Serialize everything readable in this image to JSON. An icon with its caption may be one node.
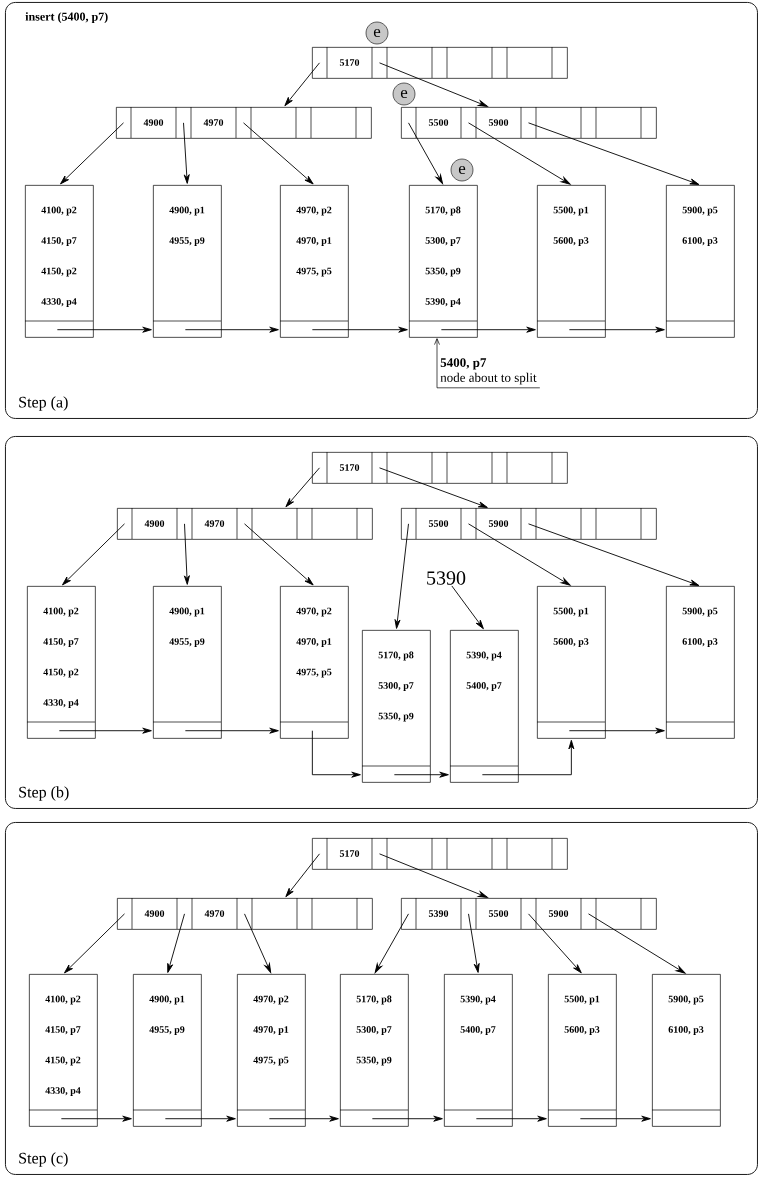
{
  "diagram": {
    "nodes": [
      {
        "text": [
          "insert (5400, p7)",
          "Step (a)"
        ]
      },
      {
        "text": [
          "e"
        ],
        "in": 0
      },
      {
        "text": [
          "5170"
        ],
        "in": 0
      },
      {
        "text": [
          "e"
        ],
        "in": 0
      },
      {
        "text": [
          "4900",
          "4970"
        ],
        "in": 0
      },
      {
        "text": [
          "5500",
          "5900"
        ],
        "in": 0
      },
      {
        "text": [
          "e"
        ],
        "in": 0
      },
      {
        "text": [
          "4100, p2",
          "4150, p7",
          "4150, p2",
          "4330, p4"
        ],
        "in": 0
      },
      {
        "text": [
          "4900, p1",
          "4955, p9"
        ],
        "in": 0
      },
      {
        "text": [
          "4970, p2",
          "4970, p1",
          "4975, p5"
        ],
        "in": 0
      },
      {
        "text": [
          "5170, p8",
          "5300, p7",
          "5350, p9",
          "5390, p4"
        ],
        "in": 0
      },
      {
        "text": [
          "5500, p1",
          "5600, p3"
        ],
        "in": 0
      },
      {
        "text": [
          "5900, p5",
          "6100, p3"
        ],
        "in": 0
      },
      {
        "text": [
          "5400, p7",
          "node about to split"
        ],
        "in": 0
      },
      {
        "text": [
          "Step (b)"
        ]
      },
      {
        "text": [
          "5170"
        ],
        "in": 14
      },
      {
        "text": [
          "4900",
          "4970"
        ],
        "in": 14
      },
      {
        "text": [
          "5500",
          "5900"
        ],
        "in": 14
      },
      {
        "text": [
          "5390"
        ],
        "in": 14
      },
      {
        "text": [
          "4100, p2",
          "4150, p7",
          "4150, p2",
          "4330, p4"
        ],
        "in": 14
      },
      {
        "text": [
          "4900, p1",
          "4955, p9"
        ],
        "in": 14
      },
      {
        "text": [
          "4970, p2",
          "4970, p1",
          "4975, p5"
        ],
        "in": 14
      },
      {
        "text": [
          "5170, p8",
          "5300, p7",
          "5350, p9"
        ],
        "in": 14
      },
      {
        "text": [
          "5390, p4",
          "5400, p7"
        ],
        "in": 14
      },
      {
        "text": [
          "5500, p1",
          "5600, p3"
        ],
        "in": 14
      },
      {
        "text": [
          "5900, p5",
          "6100, p3"
        ],
        "in": 14
      },
      {
        "text": [
          "Step (c)"
        ]
      },
      {
        "text": [
          "5170"
        ],
        "in": 26
      },
      {
        "text": [
          "4900",
          "4970"
        ],
        "in": 26
      },
      {
        "text": [
          "5390",
          "5500",
          "5900"
        ],
        "in": 26
      },
      {
        "text": [
          "4100, p2",
          "4150, p7",
          "4150, p2",
          "4330, p4"
        ],
        "in": 26
      },
      {
        "text": [
          "4900, p1",
          "4955, p9"
        ],
        "in": 26
      },
      {
        "text": [
          "4970, p2",
          "4970, p1",
          "4975, p5"
        ],
        "in": 26
      },
      {
        "text": [
          "5170, p8",
          "5300, p7",
          "5350, p9"
        ],
        "in": 26
      },
      {
        "text": [
          "5390, p4",
          "5400, p7"
        ],
        "in": 26
      },
      {
        "text": [
          "5500, p1",
          "5600, p3"
        ],
        "in": 26
      },
      {
        "text": [
          "5900, p5",
          "6100, p3"
        ],
        "in": 26
      }
    ],
    "edges": [
      {
        "from": 2,
        "to": 4,
        "arrow": "to"
      },
      {
        "from": 2,
        "to": 5,
        "arrow": "to"
      },
      {
        "from": 4,
        "to": 7,
        "arrow": "to"
      },
      {
        "from": 4,
        "to": 8,
        "arrow": "to"
      },
      {
        "from": 4,
        "to": 9,
        "arrow": "to"
      },
      {
        "from": 5,
        "to": 10,
        "arrow": "to"
      },
      {
        "from": 5,
        "to": 11,
        "arrow": "to"
      },
      {
        "from": 5,
        "to": 12,
        "arrow": "to"
      },
      {
        "from": 7,
        "to": 8,
        "arrow": "to"
      },
      {
        "from": 8,
        "to": 9,
        "arrow": "to"
      },
      {
        "from": 9,
        "to": 10,
        "arrow": "to"
      },
      {
        "from": 10,
        "to": 11,
        "arrow": "to"
      },
      {
        "from": 11,
        "to": 12,
        "arrow": "to"
      },
      {
        "from": 13,
        "to": 10,
        "arrow": "to"
      },
      {
        "from": 15,
        "to": 16,
        "arrow": "to"
      },
      {
        "from": 15,
        "to": 17,
        "arrow": "to"
      },
      {
        "from": 16,
        "to": 19,
        "arrow": "to"
      },
      {
        "from": 16,
        "to": 20,
        "arrow": "to"
      },
      {
        "from": 16,
        "to": 21,
        "arrow": "to"
      },
      {
        "from": 17,
        "to": 22,
        "arrow": "to"
      },
      {
        "from": 17,
        "to": 24,
        "arrow": "to"
      },
      {
        "from": 17,
        "to": 25,
        "arrow": "to"
      },
      {
        "from": 18,
        "to": 23,
        "arrow": "to"
      },
      {
        "from": 19,
        "to": 20,
        "arrow": "to"
      },
      {
        "from": 20,
        "to": 21,
        "arrow": "to"
      },
      {
        "from": 21,
        "to": 22,
        "arrow": "to"
      },
      {
        "from": 22,
        "to": 23,
        "arrow": "to"
      },
      {
        "from": 23,
        "to": 24,
        "arrow": "to"
      },
      {
        "from": 24,
        "to": 25,
        "arrow": "to"
      },
      {
        "from": 27,
        "to": 28,
        "arrow": "to"
      },
      {
        "from": 27,
        "to": 29,
        "arrow": "to"
      },
      {
        "from": 28,
        "to": 30,
        "arrow": "to"
      },
      {
        "from": 28,
        "to": 31,
        "arrow": "to"
      },
      {
        "from": 28,
        "to": 32,
        "arrow": "to"
      },
      {
        "from": 29,
        "to": 33,
        "arrow": "to"
      },
      {
        "from": 29,
        "to": 34,
        "arrow": "to"
      },
      {
        "from": 29,
        "to": 35,
        "arrow": "to"
      },
      {
        "from": 29,
        "to": 36,
        "arrow": "to"
      },
      {
        "from": 30,
        "to": 31,
        "arrow": "to"
      },
      {
        "from": 31,
        "to": 32,
        "arrow": "to"
      },
      {
        "from": 32,
        "to": 33,
        "arrow": "to"
      },
      {
        "from": 33,
        "to": 34,
        "arrow": "to"
      },
      {
        "from": 34,
        "to": 35,
        "arrow": "to"
      },
      {
        "from": 35,
        "to": 36,
        "arrow": "to"
      }
    ]
  }
}
